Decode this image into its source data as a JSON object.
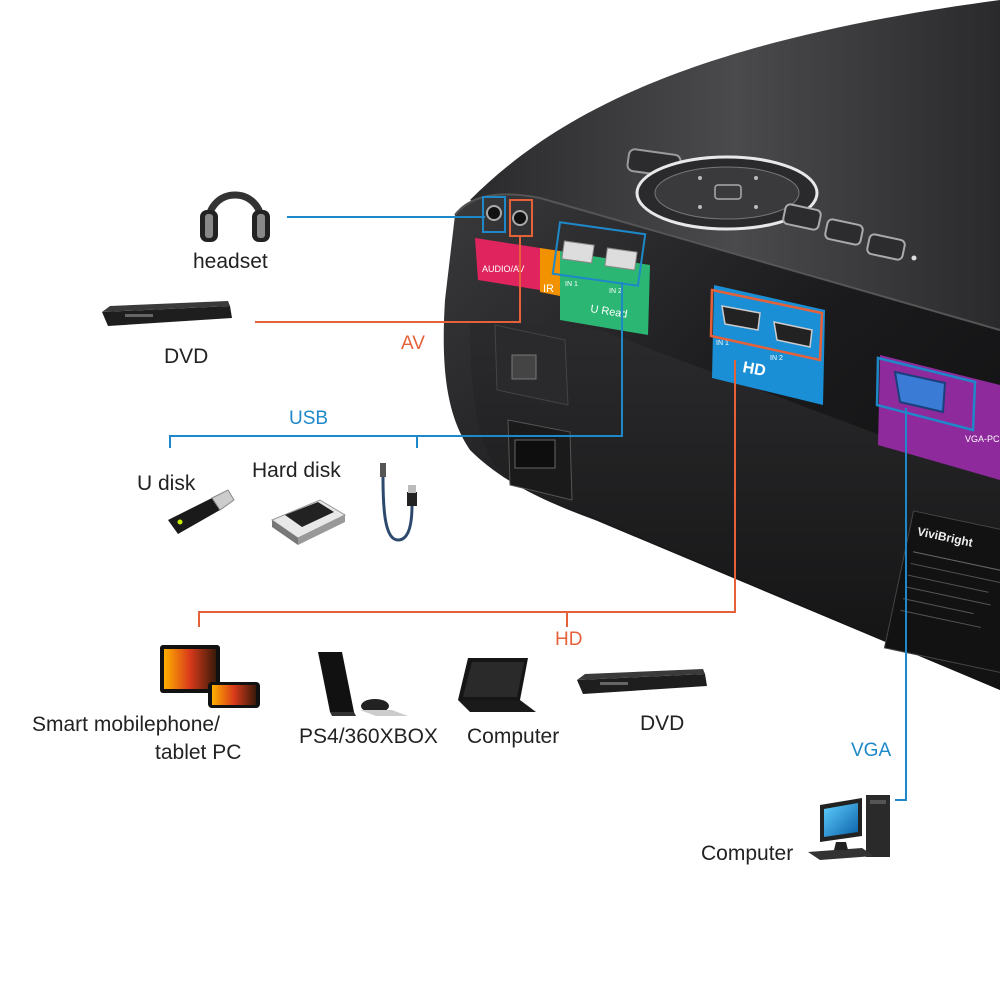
{
  "colors": {
    "blue_line": "#1e88c8",
    "orange_line": "#e5613a",
    "projector_body": "#1d1d1f",
    "panel_red": "#e0245e",
    "panel_orange": "#f39200",
    "panel_green": "#2bb673",
    "panel_blue": "#1b8fd6",
    "panel_purple": "#8e2a9c"
  },
  "labels": {
    "headset": "headset",
    "dvd_av": "DVD",
    "av": "AV",
    "usb": "USB",
    "u_disk": "U disk",
    "hard_disk": "Hard disk",
    "hd": "HD",
    "smart_line1": "Smart mobilephone/",
    "smart_line2": "tablet PC",
    "ps4": "PS4/360XBOX",
    "computer_hd": "Computer",
    "dvd_hd": "DVD",
    "vga": "VGA",
    "computer_vga": "Computer"
  },
  "panel_text": {
    "audio": "AUDIO/AV",
    "ir": "IR",
    "u_read": "U Read",
    "usb_in1": "IN 1",
    "usb_in2": "IN 2",
    "hd": "HD",
    "hdmi_in1": "IN 1",
    "hdmi_in2": "IN 2",
    "vga_pc": "VGA-PC",
    "brand": "ViviBright"
  },
  "icons": [
    "headphones-icon",
    "dvd-player-icon",
    "usb-stick-icon",
    "hard-disk-icon",
    "usb-cable-icon",
    "tablet-phone-icon",
    "ps4-console-icon",
    "laptop-icon",
    "desktop-computer-icon"
  ]
}
